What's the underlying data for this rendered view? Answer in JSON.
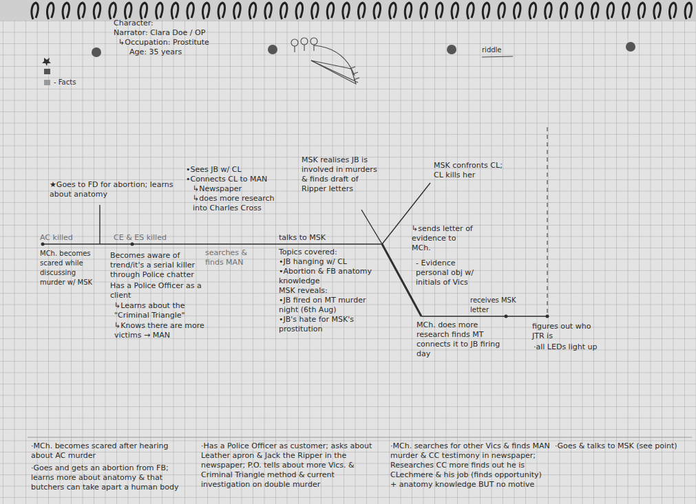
{
  "diagram": {
    "labels": [
      "Character:",
      "Narrator: Clara Doe / OP",
      "↳Occupation: Prostitute",
      "Age: 35 years",
      "- Facts",
      "riddle",
      "★Goes to FD for abortion; learns about anatomy",
      "AC killed",
      "MCh. becomes scared while discussing murder w/ MSK",
      "CE & ES killed",
      "Becomes aware of trend/it's a serial killer through Police chatter",
      "Has a Police Officer as a client",
      "↳Learns about the \"Criminal Triangle\"",
      "↳Knows there are more victims → MAN",
      "•Sees JB w/ CL",
      "•Connects CL to MAN",
      "↳Newspaper",
      "↳does more research into Charles Cross",
      "searches & finds MAN",
      "talks to MSK",
      "Topics covered:",
      "•JB hanging w/ CL",
      "•Abortion & FB anatomy knowledge",
      "MSK reveals:",
      "•JB fired on MT murder night (6th Aug)",
      "•JB's hate for MSK's prostitution",
      "MSK realises JB is involved in murders & finds draft of Ripper letters",
      "MSK confronts CL; CL kills her",
      "↳sends letter of evidence to MCh.",
      "- Evidence personal obj w/ initials of Vics",
      "receives MSK letter",
      "MCh. does more research finds MT connects it to JB firing day",
      "figures out who JTR is",
      "·all LEDs light up",
      "·MCh. becomes scared after hearing about AC murder",
      "·Goes and gets an abortion from FB; learns more about anatomy & that butchers can take apart a human body",
      "·Has a Police Officer as customer; asks about Leather apron & Jack the Ripper in the newspaper; P.O. tells about more Vics. & Criminal Triangle method & current investigation on double murder",
      "·MCh. searches for other Vics & finds MAN murder & CC testimony in newspaper; Researches CC more finds out he is CLechmere & his job (finds opportunity) + anatomy knowledge BUT no motive",
      "·Goes & talks to MSK (see point)"
    ]
  }
}
